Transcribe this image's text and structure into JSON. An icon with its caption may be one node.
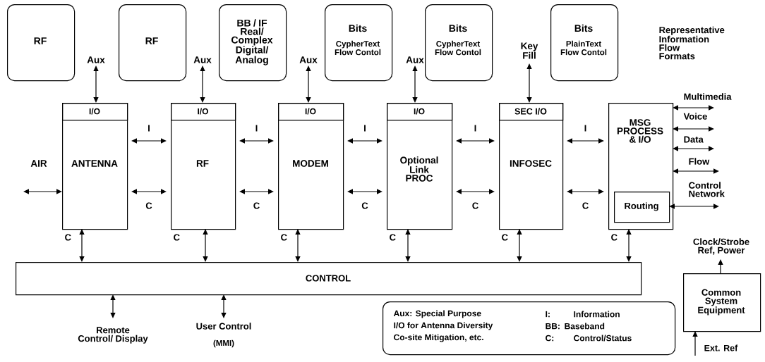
{
  "diagram": {
    "nodes": [
      {
        "text": [
          "RF"
        ]
      },
      {
        "text": [
          "RF"
        ]
      },
      {
        "text": [
          "BB / IF Real/ Complex Digital/ Analog"
        ]
      },
      {
        "text": [
          "Bits",
          "CypherText Flow Contol"
        ]
      },
      {
        "text": [
          "Bits",
          "CypherText Flow Contol"
        ]
      },
      {
        "text": [
          "Bits",
          "PlainText Flow Contol"
        ]
      },
      {
        "text": [
          "Aux"
        ]
      },
      {
        "text": [
          "Aux"
        ]
      },
      {
        "text": [
          "Aux"
        ]
      },
      {
        "text": [
          "Aux"
        ]
      },
      {
        "text": [
          "Key Fill"
        ]
      },
      {
        "text": [
          "ANTENNA"
        ]
      },
      {
        "text": [
          "I/O"
        ],
        "in": 11
      },
      {
        "text": [
          "RF"
        ]
      },
      {
        "text": [
          "I/O"
        ],
        "in": 13
      },
      {
        "text": [
          "MODEM"
        ]
      },
      {
        "text": [
          "I/O"
        ],
        "in": 15
      },
      {
        "text": [
          "Optional Link PROC"
        ]
      },
      {
        "text": [
          "I/O"
        ],
        "in": 17
      },
      {
        "text": [
          "INFOSEC"
        ]
      },
      {
        "text": [
          "SEC I/O"
        ],
        "in": 19
      },
      {
        "text": [
          "MSG PROCESS & I/O"
        ]
      },
      {
        "text": [
          "Routing"
        ],
        "in": 21
      },
      {
        "text": [
          "CONTROL"
        ]
      },
      {
        "text": [
          "Remote Control/ Display"
        ]
      },
      {
        "text": [
          "User Control",
          "(MMI)"
        ]
      },
      {
        "text": [
          "Aux: Special Purpose",
          "I/O for Antenna Diversity",
          "Co-site Mitigation, etc.",
          "I:",
          "Information",
          "BB:",
          "Baseband",
          "C:",
          "Control/Status"
        ]
      },
      {
        "text": [
          "Common System Equipment"
        ]
      },
      {
        "text": [
          "Clock/Strobe Ref, Power"
        ]
      },
      {
        "text": [
          "Multimedia"
        ]
      },
      {
        "text": [
          "Voice"
        ]
      },
      {
        "text": [
          "Data"
        ]
      },
      {
        "text": [
          "Flow"
        ]
      },
      {
        "text": [
          "Control Network"
        ]
      }
    ],
    "edges": [
      {
        "from": 6,
        "to": 11,
        "arrow": "both"
      },
      {
        "from": 7,
        "to": 13,
        "arrow": "both"
      },
      {
        "from": 8,
        "to": 15,
        "arrow": "both"
      },
      {
        "from": 9,
        "to": 17,
        "arrow": "both"
      },
      {
        "from": 10,
        "to": 19,
        "arrow": "both"
      },
      {
        "from": null,
        "to": 11,
        "arrow": "both"
      },
      {
        "from": 11,
        "to": 13,
        "arrow": "both",
        "label": "I"
      },
      {
        "from": 11,
        "to": 13,
        "arrow": "both",
        "label": "C"
      },
      {
        "from": 13,
        "to": 15,
        "arrow": "both",
        "label": "I"
      },
      {
        "from": 13,
        "to": 15,
        "arrow": "both",
        "label": "C"
      },
      {
        "from": 15,
        "to": 17,
        "arrow": "both",
        "label": "I"
      },
      {
        "from": 15,
        "to": 17,
        "arrow": "both",
        "label": "C"
      },
      {
        "from": 17,
        "to": 19,
        "arrow": "both",
        "label": "I"
      },
      {
        "from": 17,
        "to": 19,
        "arrow": "both",
        "label": "C"
      },
      {
        "from": 19,
        "to": 21,
        "arrow": "both",
        "label": "I"
      },
      {
        "from": 19,
        "to": 21,
        "arrow": "both",
        "label": "C"
      },
      {
        "from": 11,
        "to": 23,
        "arrow": "both",
        "label": "C"
      },
      {
        "from": 13,
        "to": 23,
        "arrow": "both",
        "label": "C"
      },
      {
        "from": 15,
        "to": 23,
        "arrow": "both",
        "label": "C"
      },
      {
        "from": 17,
        "to": 23,
        "arrow": "both",
        "label": "C"
      },
      {
        "from": 19,
        "to": 23,
        "arrow": "both",
        "label": "C"
      },
      {
        "from": 21,
        "to": 23,
        "arrow": "both",
        "label": "C"
      },
      {
        "from": 23,
        "to": 24,
        "arrow": "both"
      },
      {
        "from": 23,
        "to": 25,
        "arrow": "both"
      },
      {
        "from": 21,
        "to": 29,
        "arrow": "both"
      },
      {
        "from": 21,
        "to": 30,
        "arrow": "both"
      },
      {
        "from": 21,
        "to": 31,
        "arrow": "both"
      },
      {
        "from": 21,
        "to": 32,
        "arrow": "both"
      },
      {
        "from": 22,
        "to": 33,
        "arrow": "both"
      },
      {
        "from": 27,
        "to": 28,
        "arrow": "to"
      },
      {
        "from": null,
        "to": 27,
        "arrow": "to"
      }
    ],
    "labels": [
      "Representative Information Flow Formats",
      "AIR",
      "Ext. Ref"
    ]
  }
}
